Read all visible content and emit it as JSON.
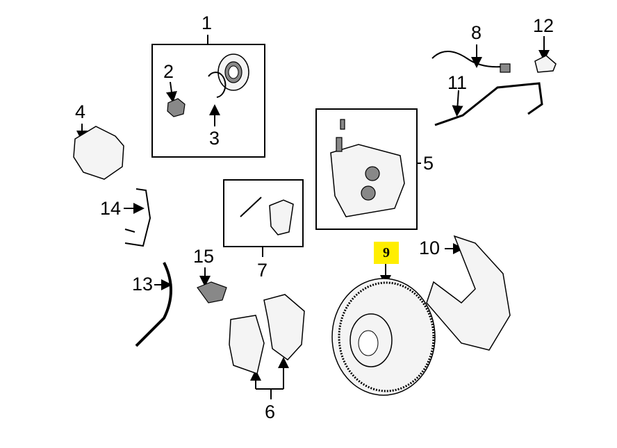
{
  "diagram": {
    "callouts": {
      "p1": "1",
      "p2": "2",
      "p3": "3",
      "p4": "4",
      "p5": "5",
      "p6": "6",
      "p7": "7",
      "p8": "8",
      "p9": "9",
      "p10": "10",
      "p11": "11",
      "p12": "12",
      "p13": "13",
      "p14": "14",
      "p15": "15"
    },
    "highlight_color": "#ffee00"
  }
}
